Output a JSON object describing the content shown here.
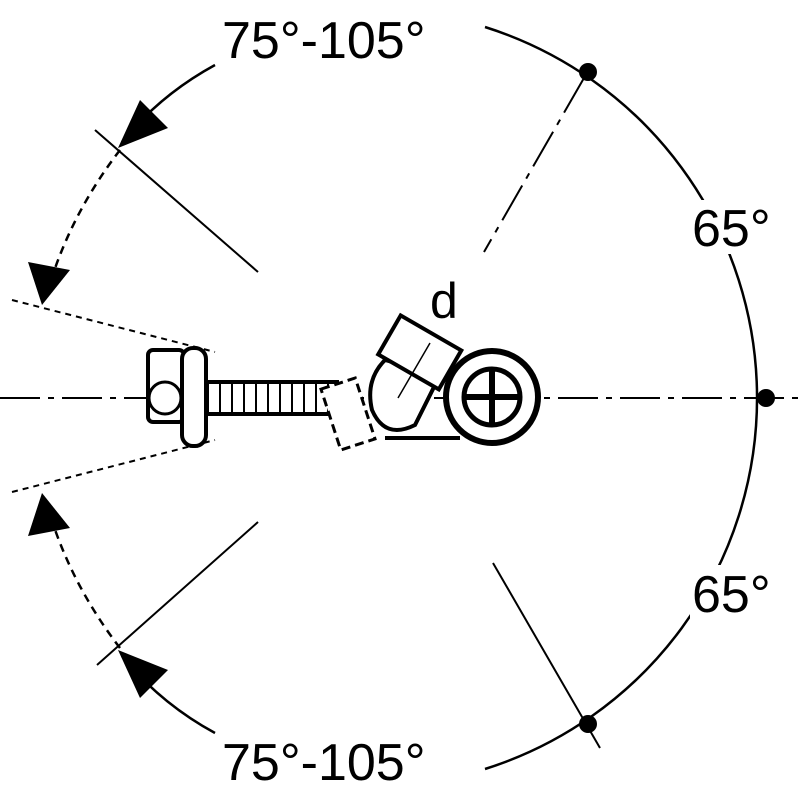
{
  "diagram": {
    "angle_top_label": "75°-105°",
    "angle_bottom_label": "75°-105°",
    "angle_right_upper_label": "65°",
    "angle_right_lower_label": "65°",
    "dimension_label": "d",
    "colors": {
      "stroke": "#000000",
      "background": "#ffffff"
    }
  }
}
